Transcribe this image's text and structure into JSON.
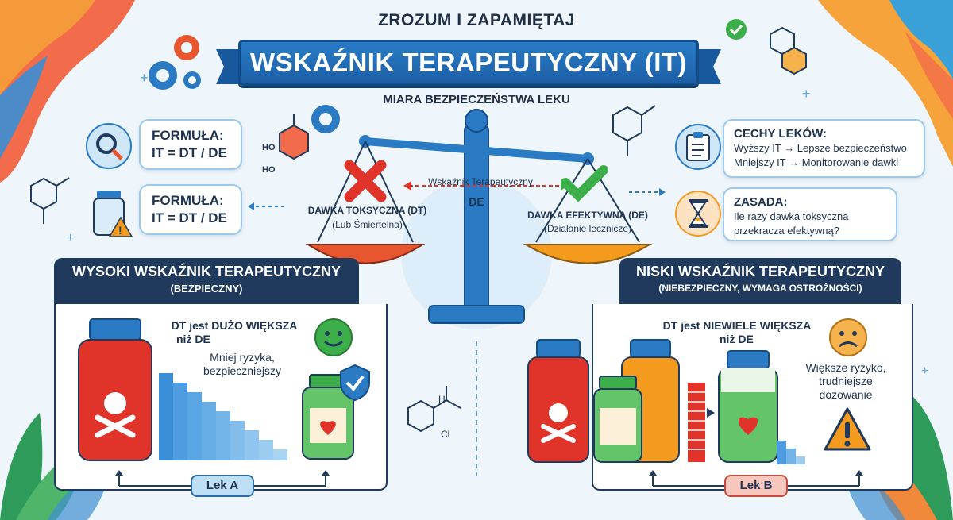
{
  "header": {
    "supertitle": "ZROZUM I ZAPAMIĘTAJ",
    "title": "WSKAŹNIK TERAPEUTYCZNY (IT)",
    "subtitle": "MIARA BEZPIECZEŃSTWA LEKU"
  },
  "formulas": [
    {
      "label": "FORMUŁA:",
      "expr": "IT = DT / DE"
    },
    {
      "label": "FORMUŁA:",
      "expr": "IT = DT / DE"
    }
  ],
  "scale": {
    "left_label": "DAWKA TOKSYCZNA (DT)",
    "left_sub": "(Lub Śmiertelna)",
    "right_label": "DAWKA EFEKTYWNA (DE)",
    "right_sub": "(Działanie lecznicze)",
    "arrow_label": "Wskaźnik Terapeutyczny",
    "arrow_sub": "DE"
  },
  "features": {
    "heading": "CECHY LEKÓW:",
    "line1": "Wyższy IT → Lepsze bezpieczeństwo",
    "line2": "Mniejszy IT → Monitorowanie dawki"
  },
  "rule": {
    "heading": "ZASADA:",
    "line1": "Ile razy dawka toksyczna",
    "line2": "przekracza efektywną?"
  },
  "high_panel": {
    "title": "WYSOKI WSKAŹNIK TERAPEUTYCZNY",
    "subtitle": "(BEZPIECZNY)",
    "statement1": "DT jest DUŻO WIĘKSZA",
    "statement2": "niż DE",
    "note1": "Mniej ryzyka,",
    "note2": "bezpieczniejszy",
    "drug_label": "Lek A"
  },
  "low_panel": {
    "title": "NISKI WSKAŹNIK TERAPEUTYCZNY",
    "subtitle": "(NIEBEZPIECZNY, WYMAGA OSTROŻNOŚCI)",
    "statement1": "DT jest NIEWIELE WIĘKSZA",
    "statement2": "niż DE",
    "note1": "Większe ryzyko,",
    "note2": "trudniejsze",
    "note3": "dozowanie",
    "drug_label": "Lek B"
  },
  "molecule_labels": {
    "ho1": "HO",
    "ho2": "HO",
    "cl": "Cl",
    "h": "H"
  },
  "colors": {
    "primary_blue": "#1f6fb8",
    "navy": "#1f3a5c",
    "danger_red": "#e0342b",
    "safe_green": "#3cae4a",
    "warning_orange": "#f39a1f"
  }
}
